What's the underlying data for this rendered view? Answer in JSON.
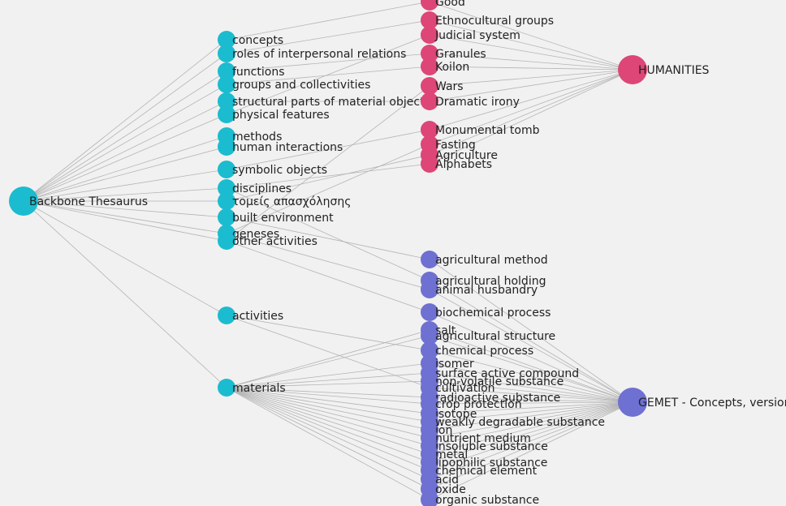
{
  "colors": {
    "backbone": "#1bbccf",
    "humanities": "#dd4677",
    "gemet": "#6e70d2",
    "link": "#b4b4b4",
    "background": "#f1f1f1"
  },
  "roots": [
    {
      "id": "bt",
      "label": "Backbone Thesaurus",
      "group": "backbone"
    },
    {
      "id": "hum",
      "label": "HUMANITIES",
      "group": "humanities"
    },
    {
      "id": "gem",
      "label": "GEMET - Concepts, version",
      "group": "gemet"
    }
  ],
  "backbone_terms": [
    "concepts",
    "roles of interpersonal relations",
    "functions",
    "groups and collectivities",
    "structural parts of material objects",
    "physical features",
    "methods",
    "human interactions",
    "symbolic objects",
    "disciplines",
    "τομείς απασχόλησης",
    "built environment",
    "geneses",
    "other activities",
    "activities",
    "materials"
  ],
  "humanities_terms": [
    "Good",
    "Ethnocultural groups",
    "Judicial system",
    "Granules",
    "Koilon",
    "Wars",
    "Dramatic irony",
    "Monumental tomb",
    "Fasting",
    "Agriculture",
    "Alphabets"
  ],
  "gemet_terms": [
    "agricultural method",
    "agricultural holding",
    "animal husbandry",
    "biochemical process",
    "salt",
    "agricultural structure",
    "chemical process",
    "isomer",
    "surface active compound",
    "non-volatile substance",
    "cultivation",
    "radioactive substance",
    "crop protection",
    "isotope",
    "weakly degradable substance",
    "ion",
    "nutrient medium",
    "insoluble substance",
    "metal",
    "lipophilic substance",
    "chemical element",
    "acid",
    "oxide",
    "organic substance"
  ]
}
